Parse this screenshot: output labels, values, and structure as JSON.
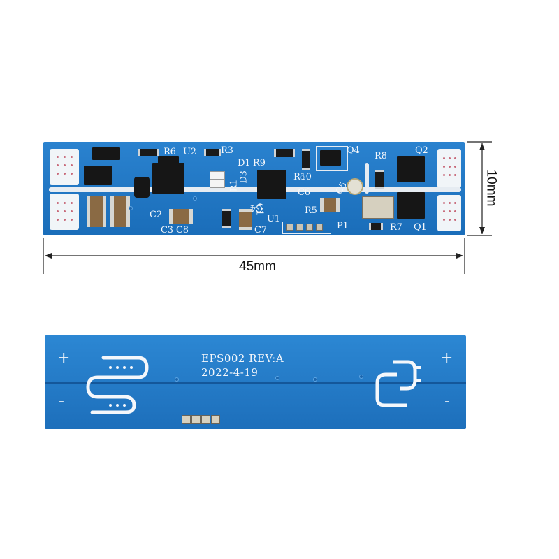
{
  "dimensions": {
    "width_label": "45mm",
    "height_label": "10mm"
  },
  "front_board": {
    "labels": {
      "r6": "R6",
      "u2": "U2",
      "r3": "R3",
      "d1": "D1",
      "r9": "R9",
      "r1": "R1",
      "d3": "D3",
      "c4": "C4",
      "c1": "C1",
      "c2": "C2",
      "c3": "C3",
      "c8": "C8",
      "u1": "U1",
      "c7": "C7",
      "r10": "R10",
      "c6": "C6",
      "c5": "C5",
      "r5": "R5",
      "p1": "P1",
      "q4": "Q4",
      "r8": "R8",
      "q2": "Q2",
      "r7": "R7",
      "q1": "Q1"
    },
    "colors": {
      "pcb": "#1f74c2",
      "pcb_dark": "#155ea3",
      "silkscreen": "#f4f7fb"
    }
  },
  "back_board": {
    "model_label": "EPS002  REV:A",
    "date_label": "2022-4-19",
    "plus_left": "+",
    "minus_left": "-",
    "plus_right": "+",
    "minus_right": "-",
    "icons": [
      "sensor-wave-icon",
      "plug-icon"
    ]
  }
}
